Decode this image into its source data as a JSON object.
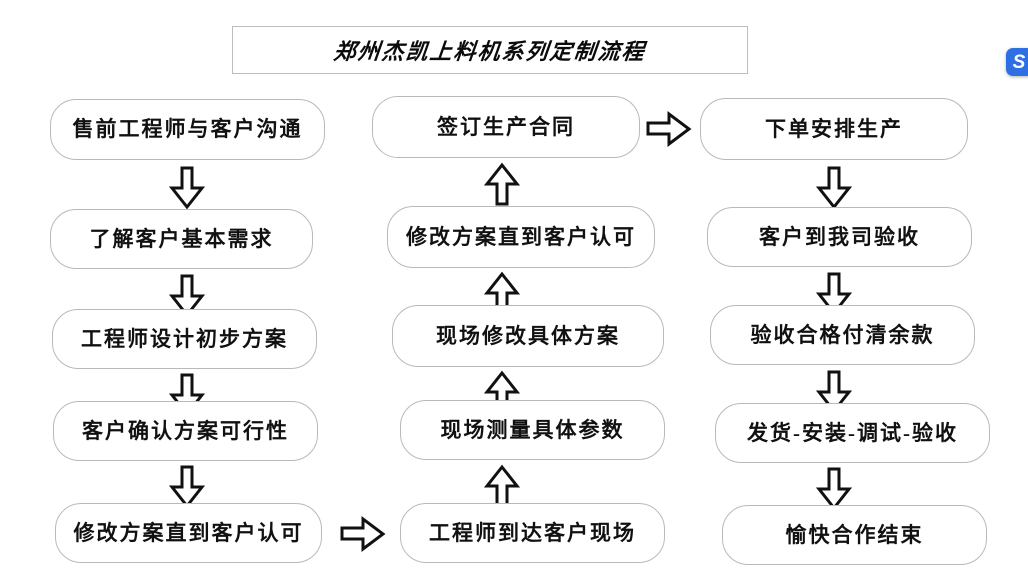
{
  "title": {
    "text": "郑州杰凯上料机系列定制流程"
  },
  "badge": {
    "name": "site-logo-badge",
    "glyph": "S",
    "color": "#2f6fe4"
  },
  "colors": {
    "box_border": "#b9b9b9",
    "title_border": "#bdbdbd",
    "text": "#111111",
    "arrow_stroke": "#111111",
    "arrow_fill": "#ffffff",
    "background": "#ffffff"
  },
  "chart_data": {
    "type": "diagram",
    "title": "郑州杰凯上料机系列定制流程",
    "layout": "three columns; column 1 flows top-to-bottom, column 2 flows bottom-to-top, column 3 flows top-to-bottom",
    "columns": [
      {
        "index": 1,
        "direction": "down",
        "nodes": [
          "售前工程师与客户沟通",
          "了解客户基本需求",
          "工程师设计初步方案",
          "客户确认方案可行性",
          "修改方案直到客户认可"
        ]
      },
      {
        "index": 2,
        "direction": "up",
        "nodes": [
          "签订生产合同",
          "修改方案直到客户认可",
          "现场修改具体方案",
          "现场测量具体参数",
          "工程师到达客户现场"
        ]
      },
      {
        "index": 3,
        "direction": "down",
        "nodes": [
          "下单安排生产",
          "客户到我司验收",
          "验收合格付清余款",
          "发货-安装-调试-验收",
          "愉快合作结束"
        ]
      }
    ],
    "connectors": [
      {
        "from": "修改方案直到客户认可 (col1 bottom)",
        "to": "工程师到达客户现场 (col2 bottom)",
        "direction": "right"
      },
      {
        "from": "签订生产合同 (col2 top)",
        "to": "下单安排生产 (col3 top)",
        "direction": "right"
      }
    ]
  },
  "col1": {
    "nodes": [
      {
        "label": "售前工程师与客户沟通"
      },
      {
        "label": "了解客户基本需求"
      },
      {
        "label": "工程师设计初步方案"
      },
      {
        "label": "客户确认方案可行性"
      },
      {
        "label": "修改方案直到客户认可"
      }
    ]
  },
  "col2": {
    "nodes": [
      {
        "label": "签订生产合同"
      },
      {
        "label": "修改方案直到客户认可"
      },
      {
        "label": "现场修改具体方案"
      },
      {
        "label": "现场测量具体参数"
      },
      {
        "label": "工程师到达客户现场"
      }
    ]
  },
  "col3": {
    "nodes": [
      {
        "label": "下单安排生产"
      },
      {
        "label": "客户到我司验收"
      },
      {
        "label": "验收合格付清余款"
      },
      {
        "label": "发货-安装-调试-验收"
      },
      {
        "label": "愉快合作结束"
      }
    ]
  }
}
